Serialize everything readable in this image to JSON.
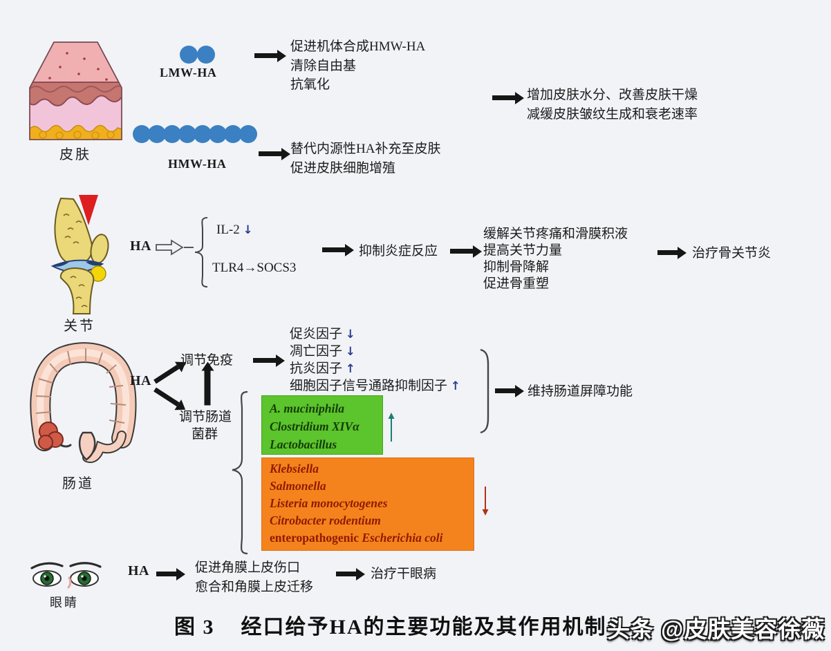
{
  "figure": {
    "caption_label": "图 3",
    "caption_title": "经口给予HA的主要功能及其作用机制",
    "watermark": "头条 @皮肤美容徐薇"
  },
  "skin": {
    "organ_label": "皮肤",
    "lmw": {
      "label": "LMW-HA",
      "effects": [
        "促进机体合成HMW-HA",
        "清除自由基",
        "抗氧化"
      ]
    },
    "hmw": {
      "label": "HMW-HA",
      "effects": [
        "替代内源性HA补充至皮肤",
        "促进皮肤细胞增殖"
      ]
    },
    "outcomes": [
      "增加皮肤水分、改善皮肤干燥",
      "减缓皮肤皱纹生成和衰老速率"
    ]
  },
  "joint": {
    "organ_label": "关节",
    "ha_label": "HA",
    "mediator_il2": {
      "label": "IL-2",
      "arrow": "↓"
    },
    "mediator_tlr4": "TLR4→SOCS3",
    "effect": "抑制炎症反应",
    "outcomes": [
      "缓解关节疼痛和滑膜积液",
      "提高关节力量",
      "抑制骨降解",
      "促进骨重塑"
    ],
    "result": "治疗骨关节炎"
  },
  "gut": {
    "organ_label": "肠道",
    "ha_label": "HA",
    "branch_immune": "调节免疫",
    "branch_flora_line1": "调节肠道",
    "branch_flora_line2": "菌群",
    "cytokines": [
      {
        "label": "促炎因子",
        "arrow": "↓"
      },
      {
        "label": "凋亡因子",
        "arrow": "↓"
      },
      {
        "label": "抗炎因子",
        "arrow": "↑"
      },
      {
        "label": "细胞因子信号通路抑制因子",
        "arrow": "↑"
      }
    ],
    "barrier_outcome": "维持肠道屏障功能",
    "beneficial_bacteria": [
      "A. muciniphila",
      "Clostridium XIVα",
      "Lactobacillus"
    ],
    "beneficial_direction": "↑",
    "pathogenic_bacteria": [
      "Klebsiella",
      "Salmonella",
      "Listeria monocytogenes",
      "Citrobacter rodentium"
    ],
    "pathogenic_last": {
      "prefix": "enteropathogenic ",
      "species": "Escherichia coli"
    },
    "pathogenic_direction": "↓"
  },
  "eye": {
    "organ_label": "眼睛",
    "ha_label": "HA",
    "effect_line1": "促进角膜上皮伤口",
    "effect_line2": "愈合和角膜上皮迁移",
    "result": "治疗干眼病"
  },
  "colors": {
    "background": "#f1f3f7",
    "ha_dot_blue": "#3a80c2",
    "beneficial_green": "#5cc42d",
    "pathogenic_orange": "#f5831d",
    "increase_teal": "#1b7f75",
    "decrease_red": "#b23113",
    "small_arrow_blue": "#2b3f8c",
    "arrow_black": "#161616"
  }
}
